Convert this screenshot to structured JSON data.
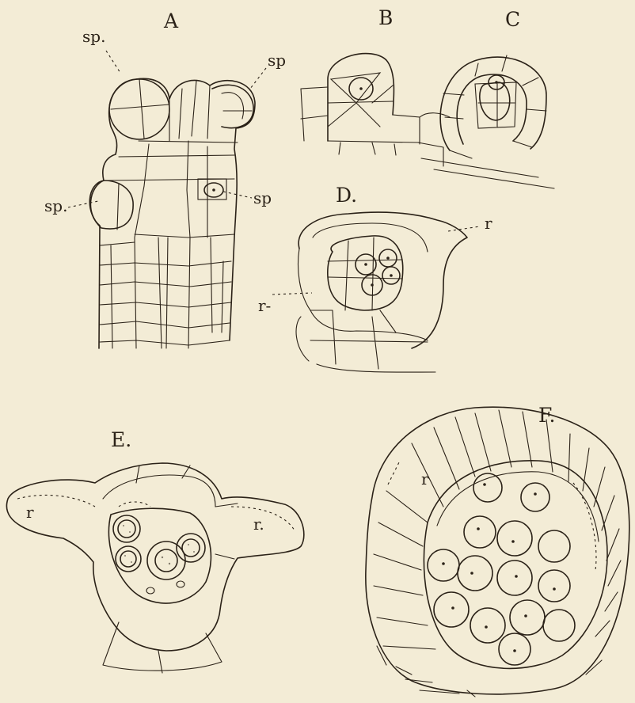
{
  "figures": {
    "a": {
      "label": "A"
    },
    "b": {
      "label": "B"
    },
    "c": {
      "label": "C"
    },
    "d": {
      "label": "D."
    },
    "e": {
      "label": "E."
    },
    "f": {
      "label": "F."
    }
  },
  "annotations": {
    "sp_top_left": "sp.",
    "sp_top_right": "sp",
    "sp_left": "sp.",
    "sp_right": "sp",
    "r_d_right": "r",
    "r_d_left": "r-",
    "r_e_left": "r",
    "r_e_right": "r.",
    "r_f": "r"
  },
  "colors": {
    "paper": "#f3ecd6",
    "ink": "#2b2218"
  }
}
